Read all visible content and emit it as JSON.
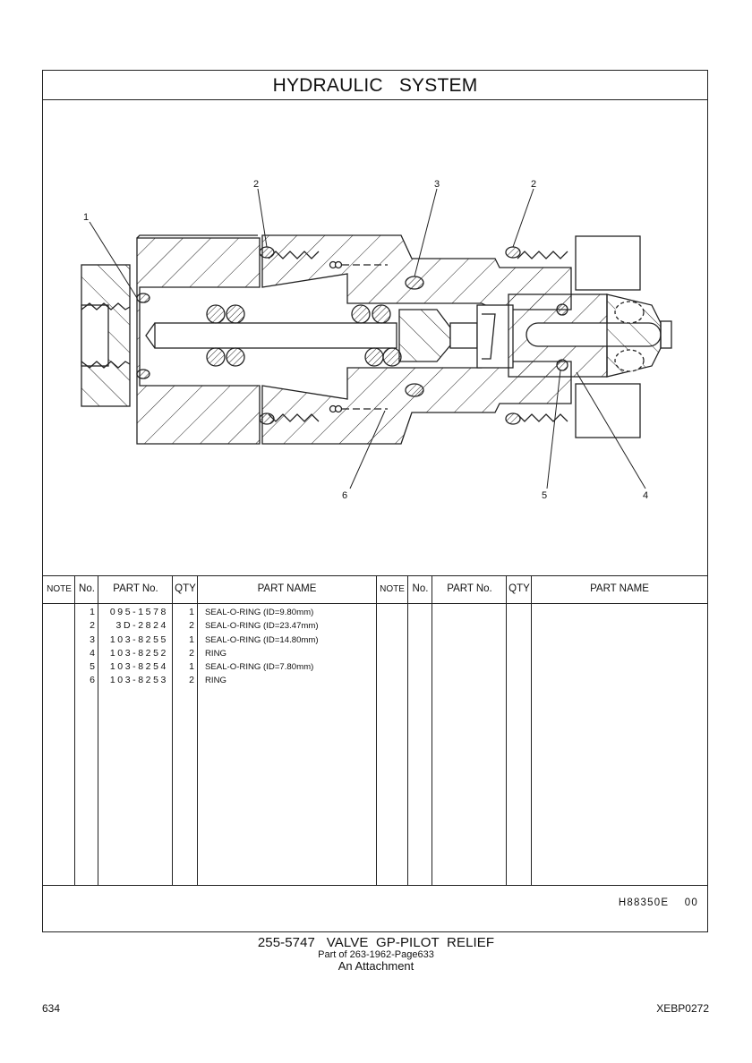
{
  "header": {
    "title": "HYDRAULIC   SYSTEM"
  },
  "drawing": {
    "description": "Cross-section of pilot relief valve",
    "callouts": [
      "1",
      "2",
      "3",
      "2",
      "6",
      "5",
      "4"
    ]
  },
  "table": {
    "headers": {
      "note": "NOTE",
      "no": "No.",
      "part_no": "PART No.",
      "qty": "QTY",
      "part_name": "PART NAME"
    },
    "rows": [
      {
        "no": "1",
        "part_no": "095-1578",
        "qty": "1",
        "part_name": "SEAL-O-RING (ID=9.80mm)"
      },
      {
        "no": "2",
        "part_no": "3D-2824",
        "qty": "2",
        "part_name": "SEAL-O-RING (ID=23.47mm)"
      },
      {
        "no": "3",
        "part_no": "103-8255",
        "qty": "1",
        "part_name": "SEAL-O-RING (ID=14.80mm)"
      },
      {
        "no": "4",
        "part_no": "103-8252",
        "qty": "2",
        "part_name": "RING"
      },
      {
        "no": "5",
        "part_no": "103-8254",
        "qty": "1",
        "part_name": "SEAL-O-RING (ID=7.80mm)"
      },
      {
        "no": "6",
        "part_no": "103-8253",
        "qty": "2",
        "part_name": "RING"
      }
    ]
  },
  "illustration_code": "H88350E    00",
  "caption": {
    "line1": "255-5747   VALVE  GP-PILOT  RELIEF",
    "line2": "Part of 263-1962-Page633",
    "line3": "An Attachment"
  },
  "page_footer": {
    "page_number": "634",
    "doc_code": "XEBP0272"
  }
}
